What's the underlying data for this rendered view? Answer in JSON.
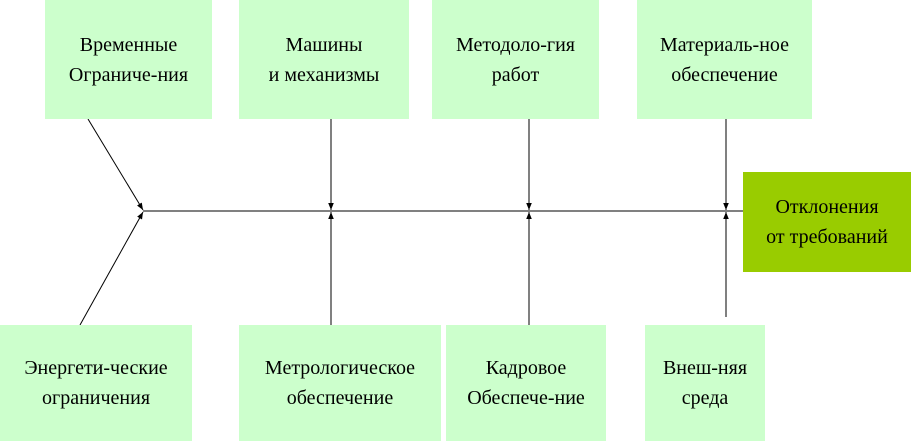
{
  "top_causes": [
    {
      "label": "Временные\nОграниче-ния"
    },
    {
      "label": "Машины\nи механизмы"
    },
    {
      "label": "Методоло-гия\nработ"
    },
    {
      "label": "Материаль-ное\nобеспечение"
    }
  ],
  "bottom_causes": [
    {
      "label": "Энергети-ческие\nограничения"
    },
    {
      "label": "Метрологическое\nобеспечение"
    },
    {
      "label": "Кадровое\nОбеспече-ние"
    },
    {
      "label": "Внеш-няя\nсреда"
    }
  ],
  "effect": {
    "label": "Отклонения\nот требований"
  },
  "colors": {
    "cause_box": "#ccffcc",
    "effect_box": "#99cc00",
    "line": "#000000"
  }
}
